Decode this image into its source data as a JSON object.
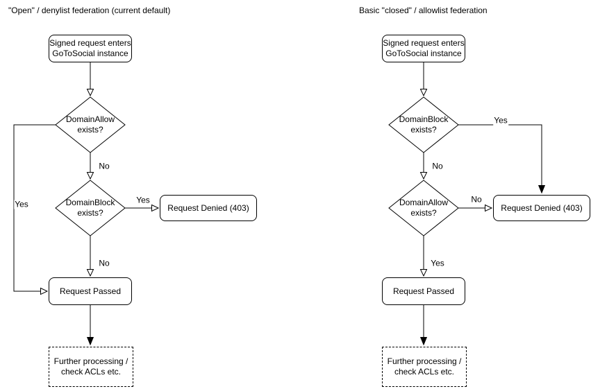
{
  "canvas": {
    "background": "#ffffff",
    "stroke_color": "#000000",
    "node_fill": "#ffffff",
    "text_color": "#000000"
  },
  "left_chart": {
    "title": "\"Open\" / denylist federation (current default)",
    "nodes": {
      "start": "Signed request enters\nGoToSocial instance",
      "decision_domainallow": "DomainAllow\nexists?",
      "decision_domainblock": "DomainBlock\nexists?",
      "request_denied": "Request Denied (403)",
      "request_passed": "Request Passed",
      "further_processing": "Further processing /\ncheck ACLs etc."
    },
    "edge_labels": {
      "domainallow_no": "No",
      "domainallow_yes": "Yes",
      "domainblock_yes": "Yes",
      "domainblock_no": "No"
    }
  },
  "right_chart": {
    "title": "Basic \"closed\" / allowlist federation",
    "nodes": {
      "start": "Signed request enters\nGoToSocial instance",
      "decision_domainblock": "DomainBlock\nexists?",
      "decision_domainallow": "DomainAllow\nexists?",
      "request_denied": "Request Denied (403)",
      "request_passed": "Request Passed",
      "further_processing": "Further processing /\ncheck ACLs etc."
    },
    "edge_labels": {
      "domainblock_yes": "Yes",
      "domainblock_no": "No",
      "domainallow_no": "No",
      "domainallow_yes": "Yes"
    }
  }
}
